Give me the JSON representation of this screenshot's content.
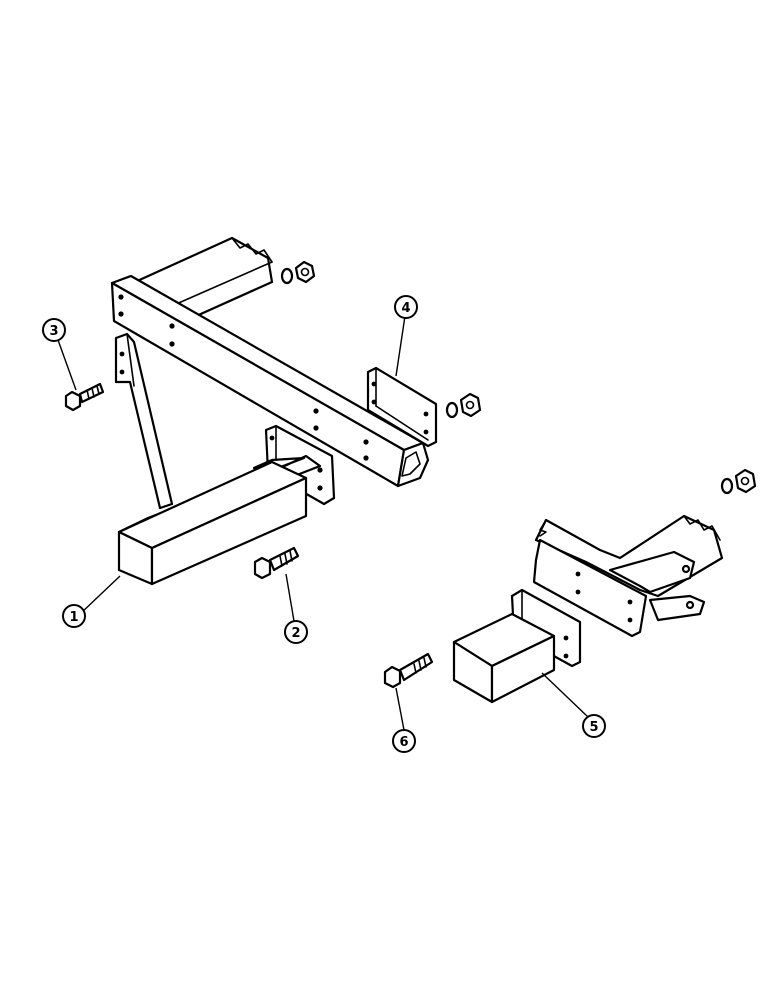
{
  "callouts": [
    {
      "id": "callout-1",
      "label": "1"
    },
    {
      "id": "callout-2",
      "label": "2"
    },
    {
      "id": "callout-3",
      "label": "3"
    },
    {
      "id": "callout-4",
      "label": "4"
    },
    {
      "id": "callout-5",
      "label": "5"
    },
    {
      "id": "callout-6",
      "label": "6"
    }
  ]
}
